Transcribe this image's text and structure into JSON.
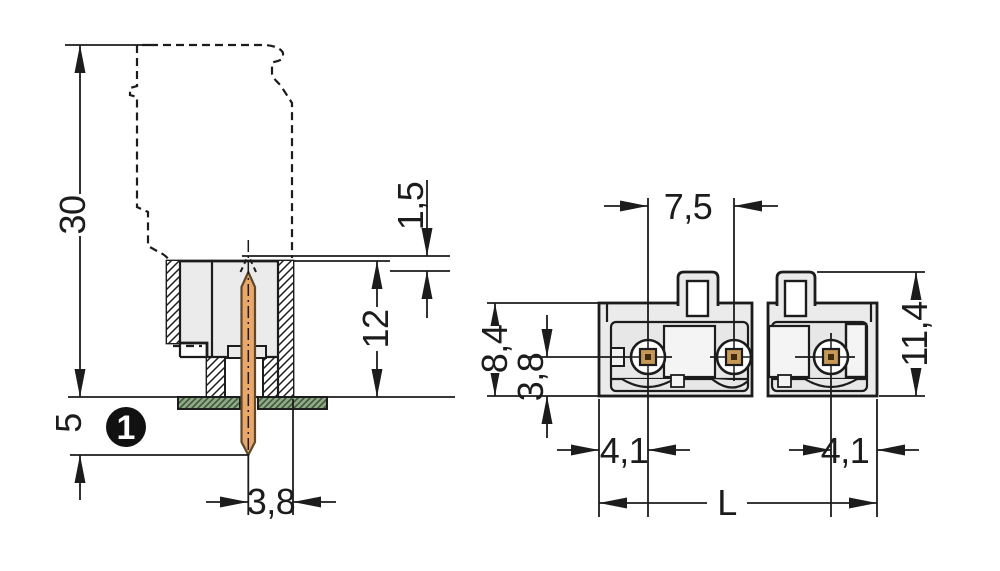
{
  "colors": {
    "line": "#1c1c1c",
    "body": "#ebebeb",
    "cavity": "#e7e7e7",
    "separator": "#f4f4f4",
    "pin": "#e9a869",
    "pin_contact": "#c89858",
    "pin_core": "#3e2c10",
    "board": "#92aa84",
    "board_hatch": "#3c5840",
    "callout_bg": "#111111"
  },
  "side_view": {
    "dim_total_height": "30",
    "dim_pin_below_board": "5",
    "dim_pin_recess": "1,5",
    "dim_body_height": "12",
    "dim_pin_offset": "3,8",
    "callout_number": "1"
  },
  "front_view": {
    "dim_pin_pitch": "7,5",
    "dim_body_depth": "8,4",
    "dim_pin_row_offset": "3,8",
    "dim_total_depth": "11,4",
    "dim_end_offset_left": "4,1",
    "dim_end_offset_right": "4,1",
    "dim_total_length": "L"
  }
}
